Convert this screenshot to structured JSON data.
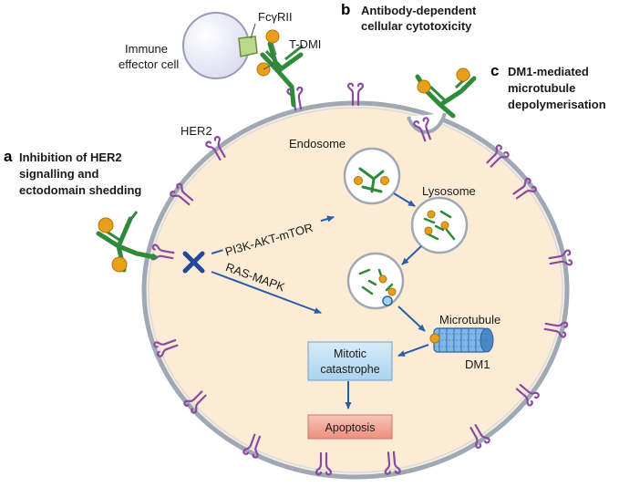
{
  "sections": {
    "a": {
      "letter": "a",
      "lines": [
        "Inhibition of HER2",
        "signalling and",
        "ectodomain shedding"
      ]
    },
    "b": {
      "letter": "b",
      "lines": [
        "Antibody-dependent",
        "cellular cytotoxicity"
      ]
    },
    "c": {
      "letter": "c",
      "lines": [
        "DM1-mediated",
        "microtubule",
        "depolymerisation"
      ]
    }
  },
  "labels": {
    "immune_cell": [
      "Immune",
      "effector cell"
    ],
    "receptor": "FcγRII",
    "tdm1": "T-DMI",
    "her2": "HER2",
    "endosome": "Endosome",
    "lysosome": "Lysosome",
    "pathway_1": "PI3K-AKT-mTOR",
    "pathway_2": "RAS-MAPK",
    "microtubule": "Microtubule",
    "dm1": "DM1"
  },
  "boxes": {
    "mitotic": [
      "Mitotic",
      "catastrophe"
    ],
    "apoptosis": "Apoptosis"
  },
  "colors": {
    "cell_fill": "#fcecd5",
    "membrane": "#9fa8b5",
    "her2": "#8a4aa0",
    "antibody": "#2f8a3a",
    "payload": "#e8a01a",
    "arrow": "#2c5ea8",
    "block_x": "#25489a",
    "mitotic_box": "#bfe0f5",
    "apoptosis_box": "#f3a79a"
  }
}
